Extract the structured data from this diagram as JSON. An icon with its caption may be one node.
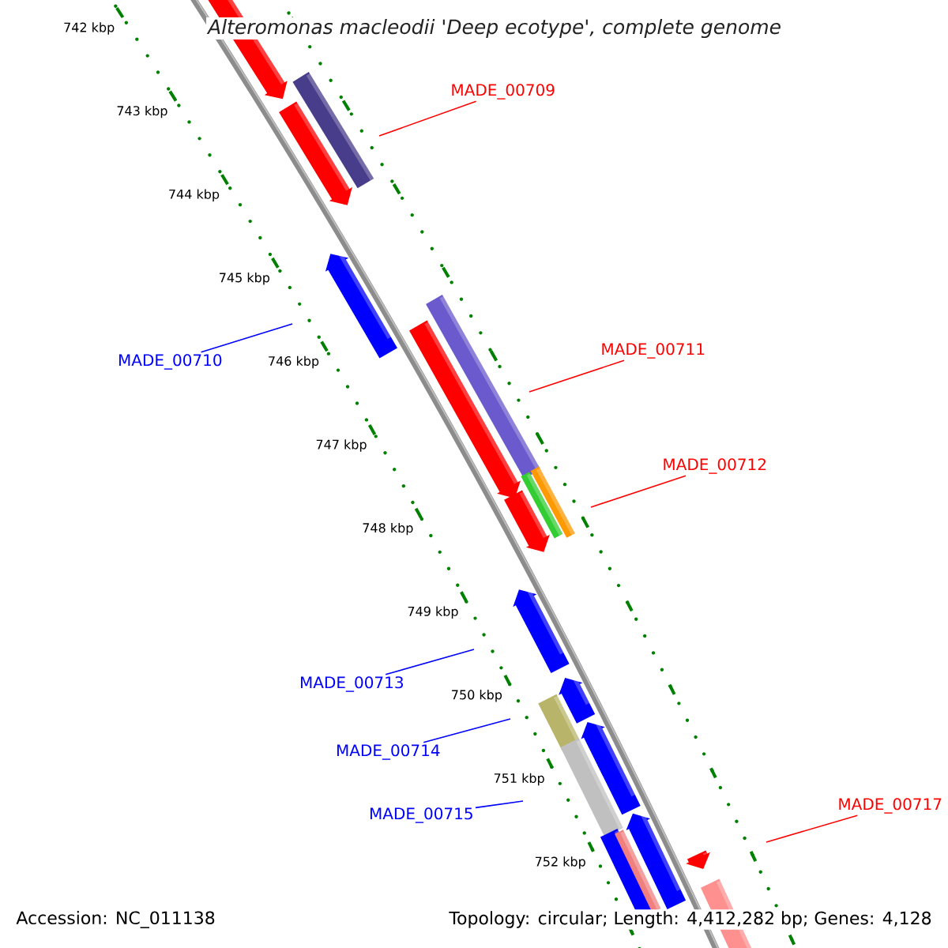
{
  "diagram": {
    "title": "*Alteromonas macleodii* 'Deep ecotype', complete genome",
    "nodes": [
      {
        "text": [
          "MADE_00709"
        ]
      },
      {
        "text": [
          "MADE_00710"
        ]
      },
      {
        "text": [
          "MADE_00711"
        ]
      },
      {
        "text": [
          "MADE_00712"
        ]
      },
      {
        "text": [
          "MADE_00713"
        ]
      },
      {
        "text": [
          "MADE_00714"
        ]
      },
      {
        "text": [
          "MADE_00715"
        ]
      },
      {
        "text": [
          "MADE_00717"
        ]
      }
    ],
    "edges": [
      {
        "from": 0,
        "to": null,
        "arrow": "none",
        "color": "#ff0000"
      },
      {
        "from": 1,
        "to": null,
        "arrow": "none",
        "color": "#0000ff"
      },
      {
        "from": 2,
        "to": null,
        "arrow": "none",
        "color": "#ff0000"
      },
      {
        "from": 3,
        "to": null,
        "arrow": "none",
        "color": "#ff0000"
      },
      {
        "from": 4,
        "to": null,
        "arrow": "none",
        "color": "#0000ff"
      },
      {
        "from": 5,
        "to": null,
        "arrow": "none",
        "color": "#0000ff"
      },
      {
        "from": 6,
        "to": null,
        "arrow": "none",
        "color": "#0000ff"
      },
      {
        "from": 7,
        "to": null,
        "arrow": "none",
        "color": "#ff0000"
      }
    ],
    "labels": [
      "742 kbp",
      "743 kbp",
      "744 kbp",
      "745 kbp",
      "746 kbp",
      "747 kbp",
      "748 kbp",
      "749 kbp",
      "750 kbp",
      "751 kbp",
      "752 kbp",
      "Accession: NC_011138",
      "Topology: circular; Length: 4,412,282 bp; Genes: 4,128"
    ]
  }
}
